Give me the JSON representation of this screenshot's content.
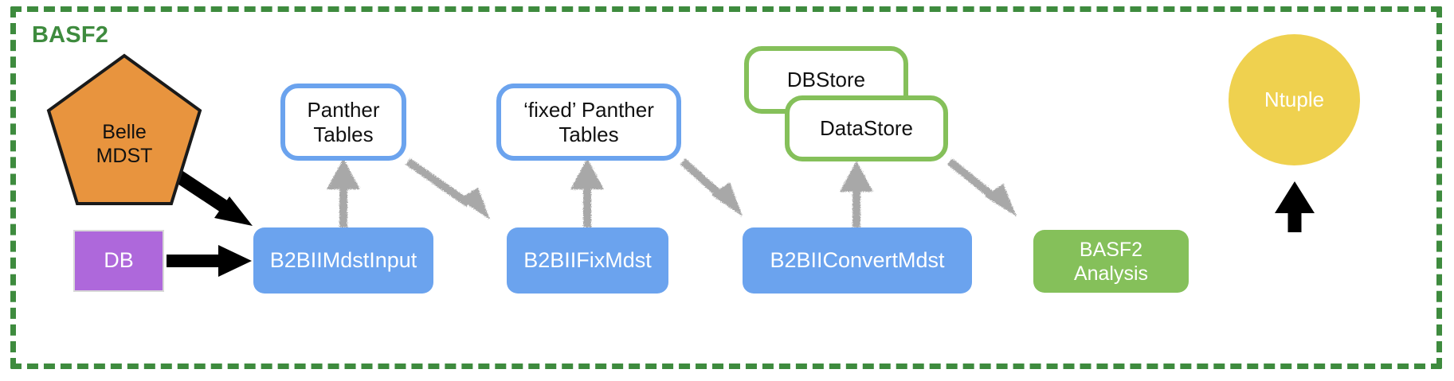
{
  "frame": {
    "title": "BASF2",
    "border_color": "#3e8b3e",
    "style": "dashed"
  },
  "colors": {
    "frame_green": "#3e8b3e",
    "pentagon_orange": "#e8943e",
    "pentagon_stroke": "#1a1a1a",
    "store_blue": "#6ba3ee",
    "module_blue": "#6ba3ee",
    "store_green": "#85c05a",
    "module_green": "#85c05a",
    "db_purple": "#ae68db",
    "ntuple_yellow": "#efd14f",
    "arrow_black": "#000000",
    "arrow_gray": "#a8a8a8"
  },
  "nodes": {
    "belle_mdst": {
      "label_line1": "Belle",
      "label_line2": "MDST",
      "shape": "pentagon",
      "fill": "#e8943e"
    },
    "db": {
      "label": "DB",
      "shape": "rectangle",
      "fill": "#ae68db"
    },
    "panther_tables": {
      "label_line1": "Panther",
      "label_line2": "Tables",
      "shape": "rounded-outline",
      "stroke": "#6ba3ee"
    },
    "fixed_panther_tables": {
      "label_line1": "‘fixed’ Panther",
      "label_line2": "Tables",
      "shape": "rounded-outline",
      "stroke": "#6ba3ee"
    },
    "dbstore": {
      "label": "DBStore",
      "shape": "rounded-outline",
      "stroke": "#85c05a"
    },
    "datastore": {
      "label": "DataStore",
      "shape": "rounded-outline",
      "stroke": "#85c05a"
    },
    "ntuple": {
      "label": "Ntuple",
      "shape": "circle",
      "fill": "#efd14f"
    },
    "mdst_input": {
      "label": "B2BIIMdstInput",
      "shape": "rounded-filled",
      "fill": "#6ba3ee"
    },
    "fix_mdst": {
      "label": "B2BIIFixMdst",
      "shape": "rounded-filled",
      "fill": "#6ba3ee"
    },
    "convert_mdst": {
      "label": "B2BIIConvertMdst",
      "shape": "rounded-filled",
      "fill": "#6ba3ee"
    },
    "basf2_analysis": {
      "label_line1": "BASF2",
      "label_line2": "Analysis",
      "shape": "rounded-filled",
      "fill": "#85c05a"
    }
  },
  "edges": [
    {
      "name": "belle-mdst-to-mdst-input",
      "from": "belle_mdst",
      "to": "mdst_input",
      "style": "solid-black",
      "direction": "down-right"
    },
    {
      "name": "db-to-mdst-input",
      "from": "db",
      "to": "mdst_input",
      "style": "solid-black",
      "direction": "right"
    },
    {
      "name": "mdst-input-to-panther-tables",
      "from": "mdst_input",
      "to": "panther_tables",
      "style": "sketchy-gray",
      "direction": "up"
    },
    {
      "name": "panther-tables-to-fix-mdst",
      "from": "panther_tables",
      "to": "fix_mdst",
      "style": "sketchy-gray",
      "direction": "down-right"
    },
    {
      "name": "fix-mdst-to-fixed-panther-tables",
      "from": "fix_mdst",
      "to": "fixed_panther_tables",
      "style": "sketchy-gray",
      "direction": "up"
    },
    {
      "name": "fixed-panther-tables-to-convert-mdst",
      "from": "fixed_panther_tables",
      "to": "convert_mdst",
      "style": "sketchy-gray",
      "direction": "down-right"
    },
    {
      "name": "convert-mdst-to-datastore",
      "from": "convert_mdst",
      "to": "datastore",
      "style": "sketchy-gray",
      "direction": "up"
    },
    {
      "name": "datastore-to-basf2-analysis",
      "from": "datastore",
      "to": "basf2_analysis",
      "style": "sketchy-gray",
      "direction": "down-right"
    },
    {
      "name": "basf2-analysis-to-ntuple",
      "from": "basf2_analysis",
      "to": "ntuple",
      "style": "solid-black",
      "direction": "up"
    }
  ]
}
